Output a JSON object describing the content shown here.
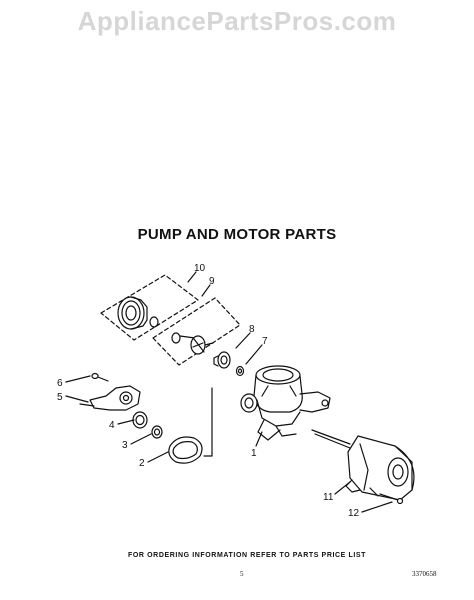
{
  "watermark": "AppliancePartsPros.com",
  "title": "PUMP AND MOTOR PARTS",
  "callouts": [
    {
      "id": "1",
      "label": "1"
    },
    {
      "id": "2",
      "label": "2"
    },
    {
      "id": "3",
      "label": "3"
    },
    {
      "id": "4",
      "label": "4"
    },
    {
      "id": "5",
      "label": "5"
    },
    {
      "id": "6",
      "label": "6"
    },
    {
      "id": "7",
      "label": "7"
    },
    {
      "id": "8",
      "label": "8"
    },
    {
      "id": "9",
      "label": "9"
    },
    {
      "id": "10",
      "label": "10"
    },
    {
      "id": "11",
      "label": "11"
    },
    {
      "id": "12",
      "label": "12"
    }
  ],
  "footer": {
    "ordering_note": "FOR ORDERING INFORMATION REFER TO PARTS PRICE LIST",
    "page_number": "5",
    "document_number": "3370658"
  }
}
